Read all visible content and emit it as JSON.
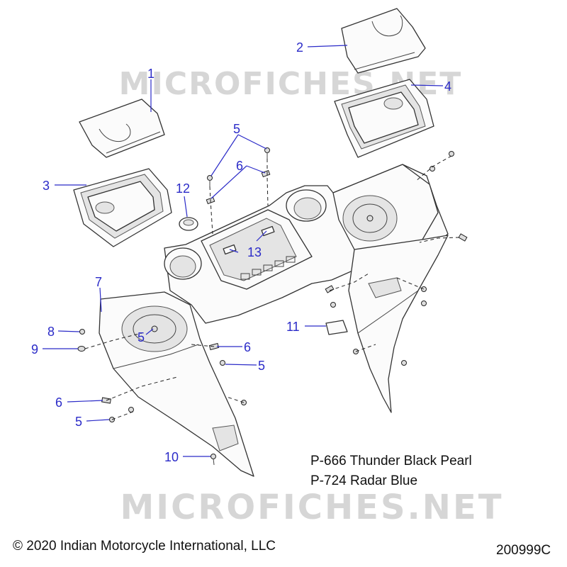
{
  "watermark": "MICROFICHES.NET",
  "callouts": {
    "c1": "1",
    "c2": "2",
    "c3": "3",
    "c4": "4",
    "c5a": "5",
    "c5b": "5",
    "c5c": "5",
    "c5d": "5",
    "c6a": "6",
    "c6b": "6",
    "c6c": "6",
    "c7": "7",
    "c8": "8",
    "c9": "9",
    "c10": "10",
    "c11": "11",
    "c12": "12",
    "c13": "13"
  },
  "paint_codes": [
    "P-666 Thunder Black Pearl",
    "P-724 Radar Blue"
  ],
  "copyright": "© 2020 Indian Motorcycle International, LLC",
  "figure_id": "200999C",
  "colors": {
    "callout": "#2b2bc8",
    "line": "#333333",
    "watermark": "#d4d4d4"
  }
}
